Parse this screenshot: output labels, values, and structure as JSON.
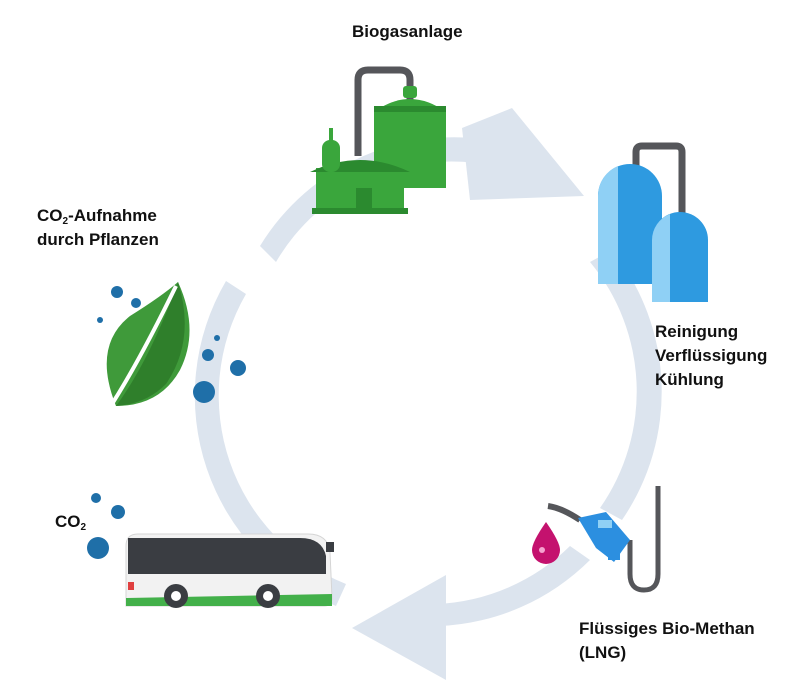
{
  "labels": {
    "biogas": "Biogasanlage",
    "cleaning": [
      "Reinigung",
      "Verflüssigung",
      "Kühlung"
    ],
    "lng": [
      "Flüssiges Bio-Methan",
      "(LNG)"
    ],
    "bus_co2": {
      "main": "CO",
      "sub": "2"
    },
    "plants": {
      "co": "CO",
      "sub": "2",
      "rest": "-Aufnahme",
      "line2": "durch Pflanzen"
    }
  },
  "icons": {
    "biogas": "biogas-plant-icon",
    "tanks": "storage-tanks-icon",
    "pump": "fuel-nozzle-icon",
    "drop": "liquid-drop-icon",
    "bus": "bus-icon",
    "leaf": "leaf-icon",
    "bubbles": "co2-bubbles-icon"
  },
  "colors": {
    "cycle_arrow": "#dce4ee",
    "biogas_green": "#3aa63c",
    "biogas_dark": "#2b8a2f",
    "pipe_gray": "#55565a",
    "tank_blue": "#2e9ae0",
    "tank_light": "#8fd0f5",
    "nozzle_blue": "#2c8fe0",
    "drop_magenta": "#c4126e",
    "leaf_green": "#3f9a3a",
    "bubble_blue": "#1f6fa8",
    "bus_white": "#f2f2f2",
    "bus_dark": "#3a3d42",
    "bus_green": "#43b04a"
  }
}
